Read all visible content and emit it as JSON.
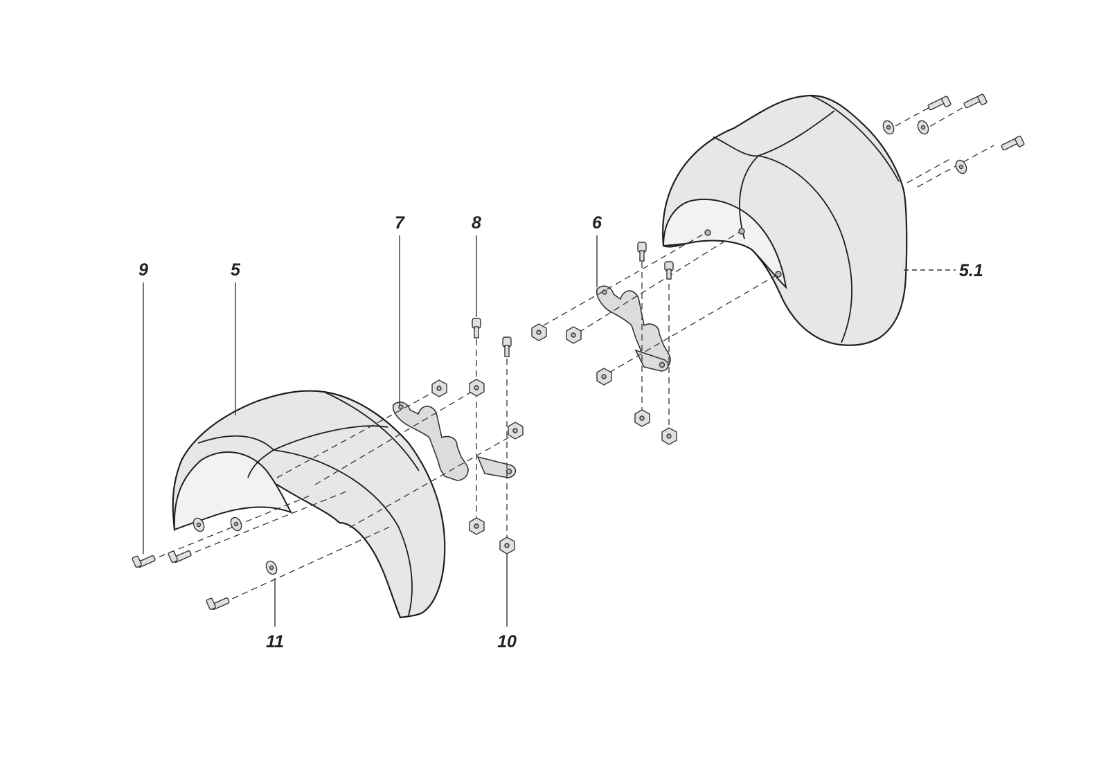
{
  "diagram": {
    "labels": {
      "part_5": "5",
      "part_5_1": "5.1",
      "part_6": "6",
      "part_7": "7",
      "part_8": "8",
      "part_9": "9",
      "part_10": "10",
      "part_11": "11"
    },
    "colors": {
      "fender_fill": "#e7e7e7",
      "line": "#1e1e1e",
      "background": "#ffffff"
    }
  }
}
